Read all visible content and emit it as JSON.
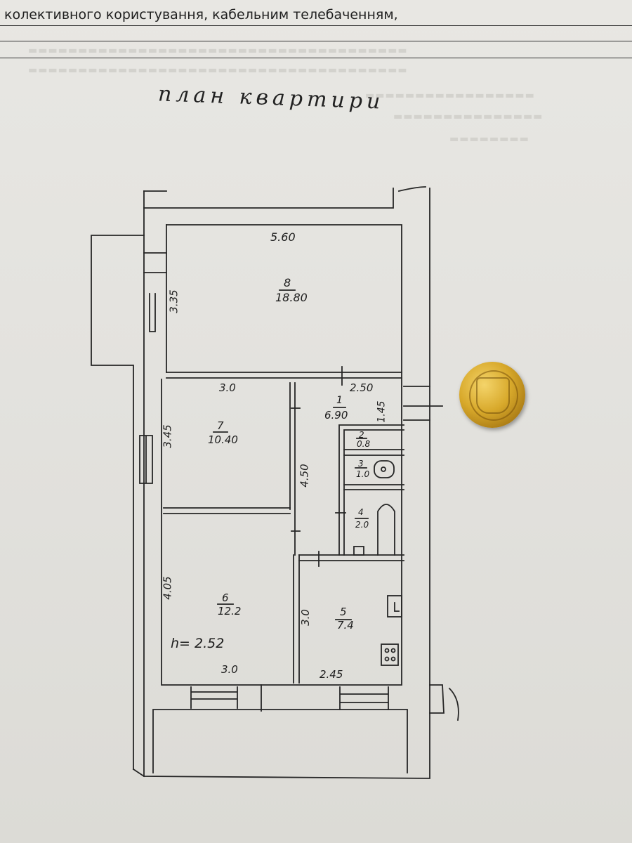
{
  "header": {
    "line1": "колективного користування, кабельним телебаченням,"
  },
  "title": "план квартири",
  "plan": {
    "ceiling_height": "h= 2.52",
    "rooms": [
      {
        "id": "8",
        "area": "18.80",
        "width": "5.60",
        "depth": "3.35"
      },
      {
        "id": "7",
        "area": "10.40",
        "width": "3.0",
        "depth": "3.45"
      },
      {
        "id": "1",
        "area": "6.90",
        "width": "2.50",
        "depth": "4.50",
        "extra": "1.45"
      },
      {
        "id": "2",
        "area": "0.8"
      },
      {
        "id": "3",
        "area": "1.0"
      },
      {
        "id": "4",
        "area": "2.0"
      },
      {
        "id": "6",
        "area": "12.2",
        "width": "3.0",
        "depth": "4.05"
      },
      {
        "id": "5",
        "area": "7.4",
        "width": "2.45",
        "depth": "3.0"
      }
    ]
  },
  "coin": {
    "icon": "coin-icon"
  }
}
